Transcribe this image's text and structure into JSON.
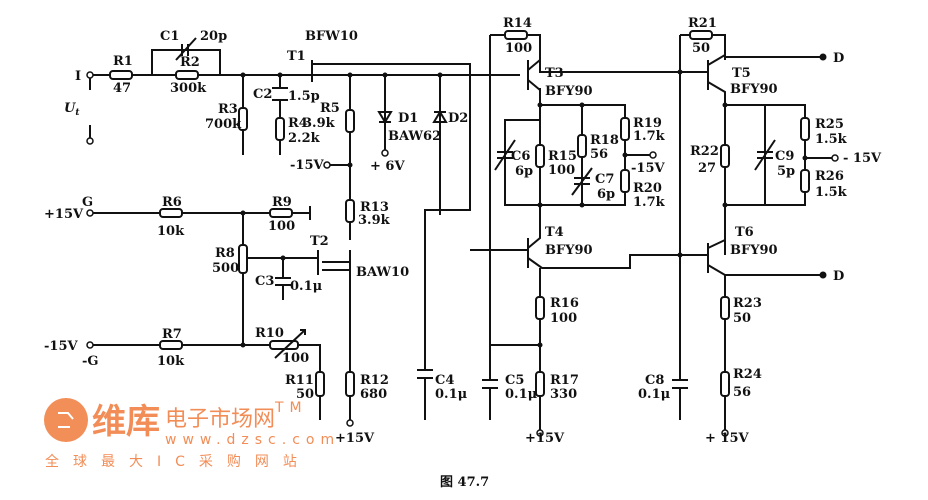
{
  "caption": "图 47.7",
  "terminals": {
    "I": "I",
    "Ut": "U",
    "Ut_sub": "t",
    "G": "G",
    "neg_G": "-G",
    "D_top": "D",
    "D_bot": "D"
  },
  "supplies": {
    "p15_left": "+15V",
    "m15_left": "-15V",
    "m15_r5": "-15V",
    "p6": "+ 6V",
    "m15_mid": "-15V",
    "m15_right": "- 15V",
    "p15_r12": "+15V",
    "p15_r17": "+15V",
    "p15_r24": "+ 15V"
  },
  "components": {
    "R1": {
      "name": "R1",
      "value": "47"
    },
    "C1": {
      "name": "C1",
      "value": "20p"
    },
    "R2": {
      "name": "R2",
      "value": "300k"
    },
    "R3": {
      "name": "R3",
      "value": "700k"
    },
    "C2": {
      "name": "C2",
      "value": "1.5p"
    },
    "R4": {
      "name": "R4",
      "value": "2.2k"
    },
    "T1": {
      "name": "T1",
      "value": "BFW10"
    },
    "R5": {
      "name": "R5",
      "value": "3.9k"
    },
    "D1": {
      "name": "D1",
      "value": "BAW62"
    },
    "D2": {
      "name": "D2"
    },
    "R6": {
      "name": "R6",
      "value": "10k"
    },
    "R9": {
      "name": "R9",
      "value": "100"
    },
    "R13": {
      "name": "R13",
      "value": "3.9k"
    },
    "R8": {
      "name": "R8",
      "value": "500"
    },
    "T2": {
      "name": "T2",
      "value": "BAW10"
    },
    "C3": {
      "name": "C3",
      "value": "0.1μ"
    },
    "R7": {
      "name": "R7",
      "value": "10k"
    },
    "R10": {
      "name": "R10",
      "value": "100"
    },
    "R11": {
      "name": "R11",
      "value": "50"
    },
    "R12": {
      "name": "R12",
      "value": "680"
    },
    "C4": {
      "name": "C4",
      "value": "0.1μ"
    },
    "R14": {
      "name": "R14",
      "value": "100"
    },
    "T3": {
      "name": "T3",
      "value": "BFY90"
    },
    "C6": {
      "name": "C6",
      "value": "6p"
    },
    "R15": {
      "name": "R15",
      "value": "100"
    },
    "R18": {
      "name": "R18",
      "value": "56"
    },
    "C7": {
      "name": "C7",
      "value": "6p"
    },
    "R19": {
      "name": "R19",
      "value": "1.7k"
    },
    "R20": {
      "name": "R20",
      "value": "1.7k"
    },
    "T4": {
      "name": "T4",
      "value": "BFY90"
    },
    "R16": {
      "name": "R16",
      "value": "100"
    },
    "C5": {
      "name": "C5",
      "value": "0.1μ"
    },
    "R17": {
      "name": "R17",
      "value": "330"
    },
    "R21": {
      "name": "R21",
      "value": "50"
    },
    "T5": {
      "name": "T5",
      "value": "BFY90"
    },
    "R22": {
      "name": "R22",
      "value": "27"
    },
    "C9": {
      "name": "C9",
      "value": "5p"
    },
    "R25": {
      "name": "R25",
      "value": "1.5k"
    },
    "R26": {
      "name": "R26",
      "value": "1.5k"
    },
    "T6": {
      "name": "T6",
      "value": "BFY90"
    },
    "R23": {
      "name": "R23",
      "value": "50"
    },
    "C8": {
      "name": "C8",
      "value": "0.1μ"
    },
    "R24": {
      "name": "R24",
      "value": "56"
    }
  },
  "watermark": {
    "brand": "维库",
    "name": "电子市场网",
    "tm": "TM",
    "url": "www.dzsc.com",
    "slogan": "全球最大IC采购网站",
    "color": "#f07a3a"
  }
}
